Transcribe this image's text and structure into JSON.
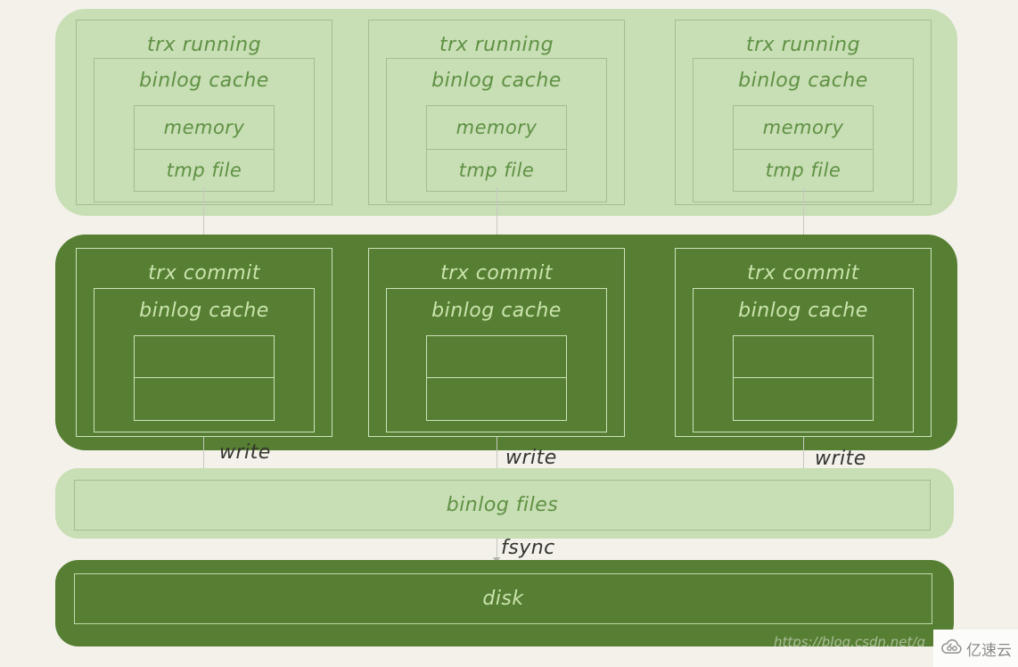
{
  "colors": {
    "background": "#f3f1ea",
    "light_green": "#c8deb4",
    "dark_green": "#567f33",
    "light_strip_border": "#a3bb97",
    "dark_strip_border": "#cde2bb",
    "text_on_light": "#5f9144",
    "text_on_dark": "#cbe4ad",
    "arrow": "#c6c8c0",
    "flow_label_text": "#35352f"
  },
  "top_row": {
    "columns": [
      {
        "title": "trx running",
        "cache_label": "binlog cache",
        "rows": [
          "memory",
          "tmp file"
        ]
      },
      {
        "title": "trx running",
        "cache_label": "binlog cache",
        "rows": [
          "memory",
          "tmp file"
        ]
      },
      {
        "title": "trx running",
        "cache_label": "binlog cache",
        "rows": [
          "memory",
          "tmp file"
        ]
      }
    ]
  },
  "middle_row": {
    "columns": [
      {
        "title": "trx commit",
        "cache_label": "binlog cache"
      },
      {
        "title": "trx commit",
        "cache_label": "binlog cache"
      },
      {
        "title": "trx commit",
        "cache_label": "binlog cache"
      }
    ]
  },
  "flow": {
    "write_label": "write",
    "fsync_label": "fsync"
  },
  "binlog_files": {
    "label": "binlog files"
  },
  "disk": {
    "label": "disk"
  },
  "watermark": {
    "url_text": "https://blog.csdn.net/q",
    "logo_text": "亿速云",
    "logo_icon": "cloud-icon"
  }
}
